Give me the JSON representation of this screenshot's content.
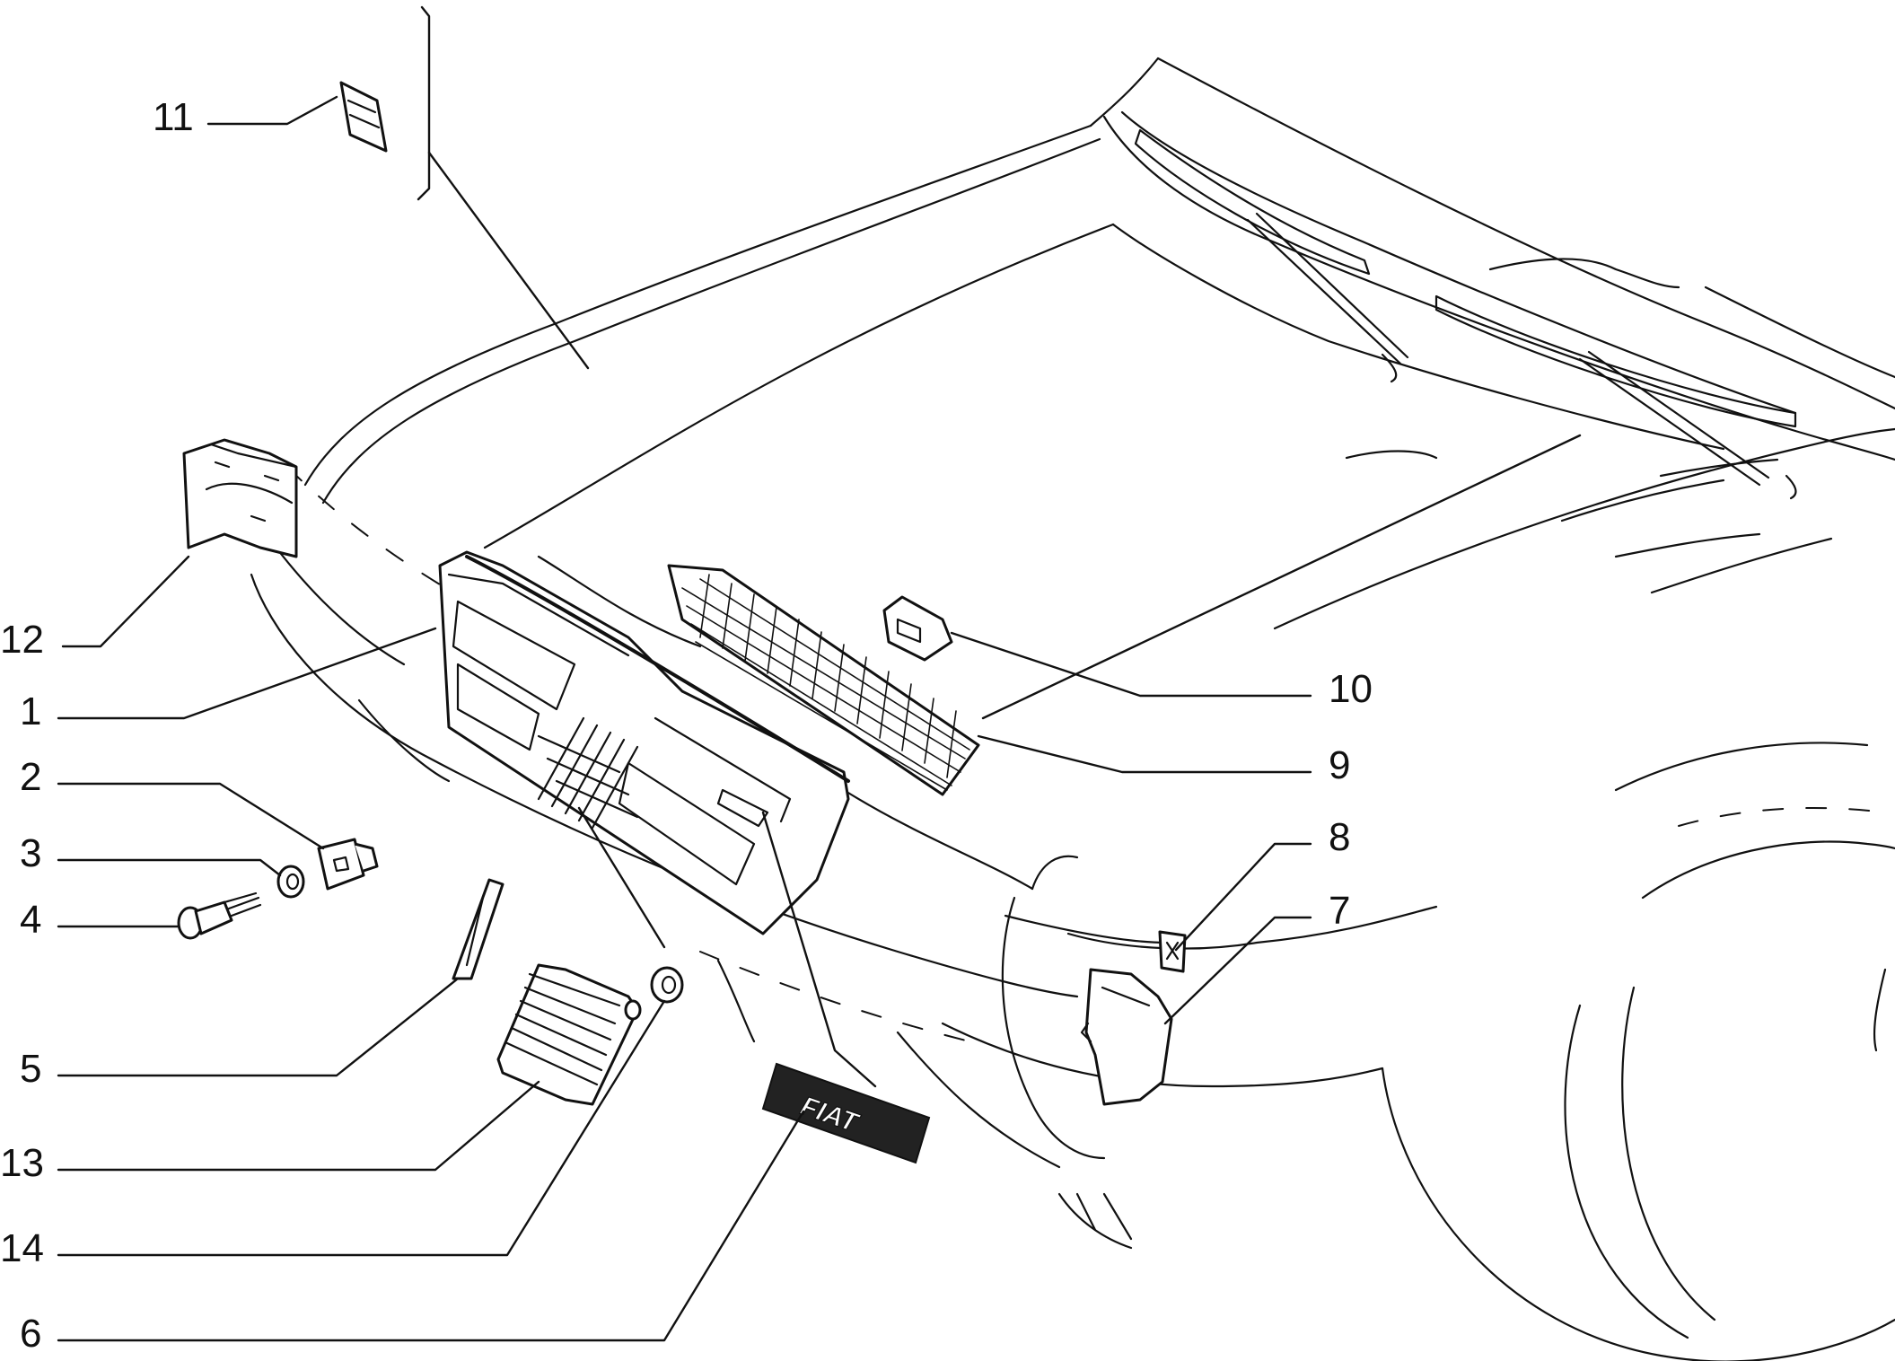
{
  "diagram": {
    "callouts": {
      "c1": "1",
      "c2": "2",
      "c3": "3",
      "c4": "4",
      "c5": "5",
      "c6": "6",
      "c7": "7",
      "c8": "8",
      "c9": "9",
      "c10": "10",
      "c11": "11",
      "c12": "12",
      "c13": "13",
      "c14": "14"
    },
    "badge_text": "FIAT"
  }
}
